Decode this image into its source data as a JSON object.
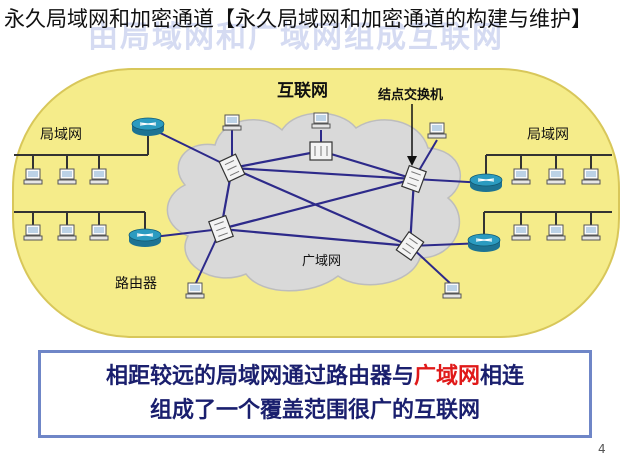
{
  "page": {
    "caption": "永久局域网和加密通道【永久局域网和加密通道的构建与维护】",
    "faded_banner": "由局域网和广域网组成互联网",
    "page_number": "4"
  },
  "diagram": {
    "cloud_title": "互联网",
    "wan_label": "广域网",
    "lan_left_label": "局域网",
    "lan_right_label": "局域网",
    "router_label": "路由器",
    "switch_label": "结点交换机"
  },
  "summary": {
    "line1_before": "相距较远的局域网通过路由器与",
    "line1_highlight": "广域网",
    "line1_after": "相连",
    "line2": "组成了一个覆盖范围很广的互联网"
  },
  "colors": {
    "frame_fill": "#f5ec8a",
    "cloud_fill": "#d9d9d9",
    "link_color": "#2d2a8a",
    "router_fill": "#2b9bc0",
    "highlight": "#e01919",
    "summary_text": "#1a1f6e",
    "summary_border": "#6f86c7"
  }
}
